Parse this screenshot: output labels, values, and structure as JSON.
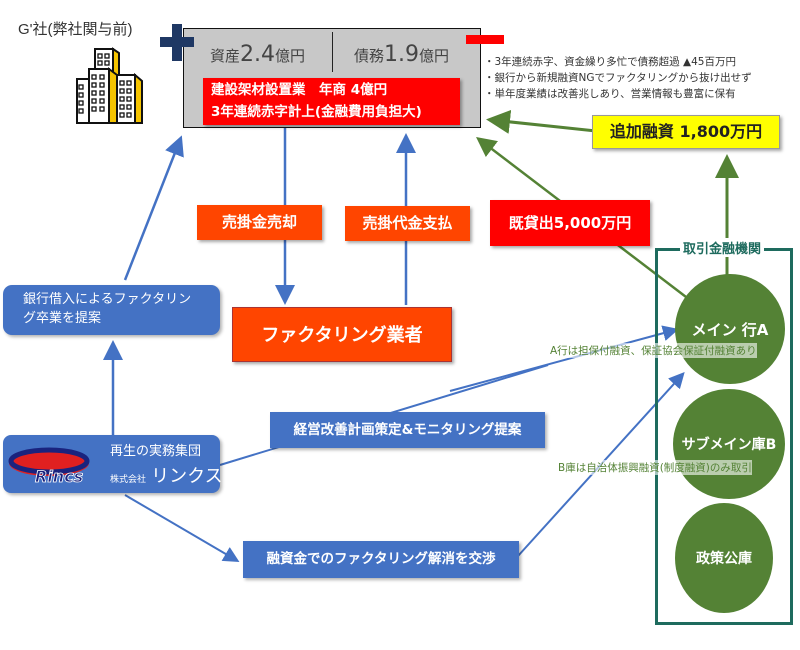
{
  "company": {
    "label": "G'社(弊社関与前)",
    "icon": "building-icon",
    "assets_label": "資産",
    "assets_value": "2.4",
    "assets_unit": "億円",
    "debt_label": "債務",
    "debt_value": "1.9",
    "debt_unit": "億円",
    "profile_line1": "建設架材設置業　年商 4億円",
    "profile_line2": "3年連続赤字計上(金融費用負担大)"
  },
  "notes": [
    "・3年連続赤字、資金繰り多忙で債務超過 ▲45百万円",
    "・銀行から新規融資NGでファクタリングから抜け出せず",
    "・単年度業績は改善兆しあり、営業情報も豊富に保有"
  ],
  "additional_loan": "追加融資 1,800万円",
  "existing_loan": "既貸出5,000万円",
  "receivable_sale": "売掛金売却",
  "receivable_payment": "売掛代金支払",
  "factoring_company": "ファクタリング業者",
  "proposal_bank_borrowing": "銀行借入によるファクタリング卒業を提案",
  "proposal_plan": "経営改善計画策定&モニタリング提案",
  "proposal_negotiate": "融資金でのファクタリング解消を交渉",
  "rincs": {
    "logo_text": "Rincs",
    "tagline": "再生の実務集団",
    "corp_prefix": "株式会社",
    "name": "リンクス"
  },
  "financial_institutions": {
    "title": "取引金融機関",
    "main_bank": "メイン 行A",
    "main_bank_note": "A行は担保付融資、保証協会保証付融資あり",
    "sub_bank": "サブメイン庫B",
    "sub_bank_note": "B庫は自治体振興融資(制度融資)のみ取引",
    "policy_bank": "政策公庫"
  },
  "colors": {
    "blue": "#4472c4",
    "green": "#548235",
    "red": "#ff0000",
    "orange": "#ff4500",
    "navy": "#1f3864",
    "yellow": "#ffff00",
    "frame": "#1e6b5e"
  }
}
